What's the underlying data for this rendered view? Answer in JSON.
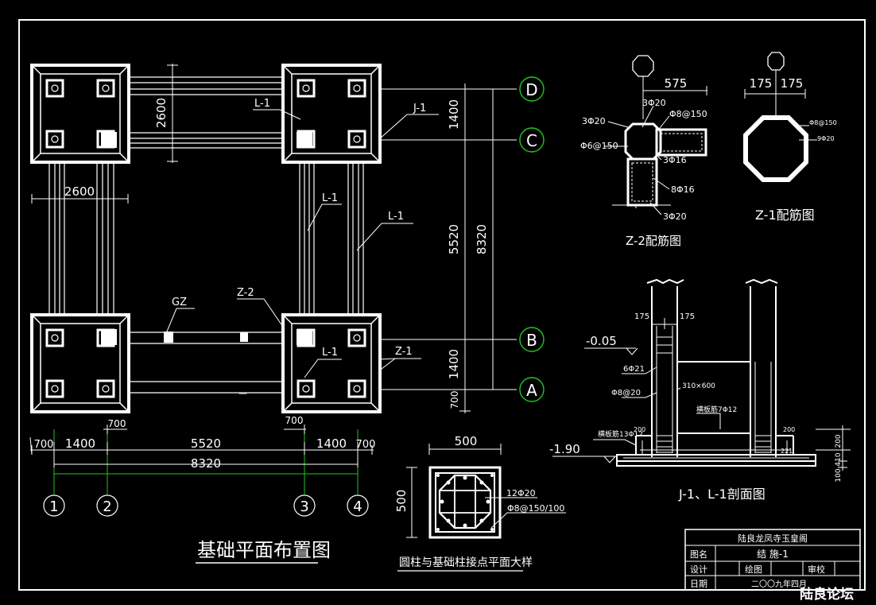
{
  "colors": {
    "background": "#000000",
    "line": "#ffffff",
    "axis": "#21c521"
  },
  "plan": {
    "title": "基础平面布置图",
    "axes_vertical": [
      "1",
      "2",
      "3",
      "4"
    ],
    "axes_horizontal": [
      "D",
      "C",
      "B",
      "A"
    ],
    "dims_bottom": [
      "700",
      "1400",
      "5520",
      "1400",
      "700"
    ],
    "dim_total_bottom": "8320",
    "dim_700_a": "700",
    "dim_700_b": "700",
    "dim_top_2600": "2600",
    "dim_left_2600": "2600",
    "dims_right": [
      "1400",
      "5520",
      "1400",
      "700"
    ],
    "dim_total_right": "8320",
    "labels": {
      "l1_a": "L-1",
      "j1": "J-1",
      "l1_b": "L-1",
      "l1_c": "L-1",
      "gz": "GZ",
      "z2": "Z-2",
      "l1_d": "L-1",
      "z1": "Z-1",
      "dash": "—"
    }
  },
  "detail_joint": {
    "title": "圆柱与基础柱接点平面大样",
    "dim_w": "500",
    "dim_h": "500",
    "rebar_main": "12Φ20",
    "stirrup": "Φ8@150/100"
  },
  "z2": {
    "title": "Z-2配筋图",
    "dim_575": "575",
    "r1": "3Φ20",
    "r2": "Φ8@150",
    "r3": "3Φ20",
    "r4": "Φ6@150",
    "r5": "3Φ16",
    "r6": "8Φ16",
    "r7": "3Φ20"
  },
  "z1": {
    "title": "Z-1配筋图",
    "dim_a": "175",
    "dim_b": "175",
    "r1": "Φ8@150",
    "r2": "9Φ20"
  },
  "section": {
    "title": "J-1、L-1剖面图",
    "elev_top": "-0.05",
    "elev_bottom": "-1.90",
    "d175a": "175",
    "d175b": "175",
    "r1": "6Φ21",
    "r2": "Φ8@20",
    "r3": "310×600",
    "r4": "横板筋7Φ12",
    "r5": "横板筋13Φ12",
    "n200a": "200",
    "n200b": "200",
    "n221": "221",
    "v200": "200",
    "v410": "410",
    "v100": "100"
  },
  "titleblock": {
    "project": "陆良龙凤寺玉皇阁",
    "k_name": "图名",
    "v_name": "结 施-1",
    "k_design": "设计",
    "k_draw": "绘图",
    "k_check": "审校",
    "k_date": "日期",
    "v_date": "二〇〇九年四月"
  },
  "watermark": "陆良论坛"
}
